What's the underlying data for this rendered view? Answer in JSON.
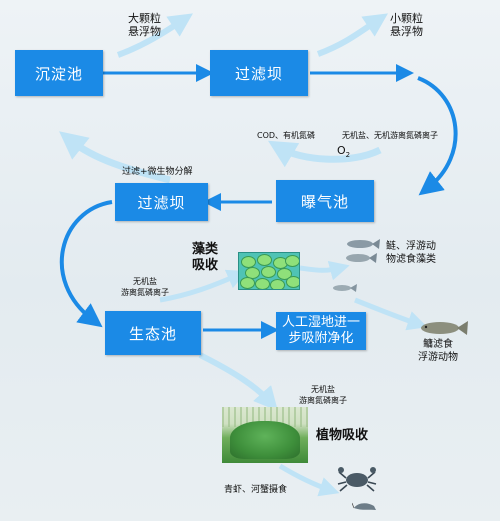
{
  "boxes": {
    "sedimentation": "沉淀池",
    "filter_dam_top": "过滤坝",
    "aeration": "曝气池",
    "filter_dam_mid": "过滤坝",
    "eco_pond": "生态池",
    "wetland": "人工湿地进一步吸附净化"
  },
  "labels": {
    "large_particles": [
      "大颗粒",
      "悬浮物"
    ],
    "small_particles": [
      "小颗粒",
      "悬浮物"
    ],
    "cod": "COD、有机氮磷",
    "inorganic_salts_right": "无机盐、无机游离氮磷离子",
    "o2": "O",
    "o2_sub": "2",
    "filtration_microbe": "过滤+微生物分解",
    "inorganic_left": [
      "无机盐",
      "游离氮磷离子"
    ],
    "algae_absorb": [
      "藻类",
      "吸收"
    ],
    "silver_carp": [
      "鲢、浮游动",
      "物滤食藻类"
    ],
    "bighead_carp": [
      "鳙滤食",
      "浮游动物"
    ],
    "inorganic_bottom": [
      "无机盐",
      "游离氮磷离子"
    ],
    "plant_absorb": "植物吸收",
    "shrimp_crab": "青虾、河蟹摄食"
  },
  "colors": {
    "box": "#1b8ae6",
    "arrow_dark": "#1b8ae6",
    "arrow_light": "#bfe3f6"
  },
  "icons": [
    "algae-image",
    "fish-icon",
    "plant-image",
    "crab-icon",
    "shrimp-icon"
  ]
}
